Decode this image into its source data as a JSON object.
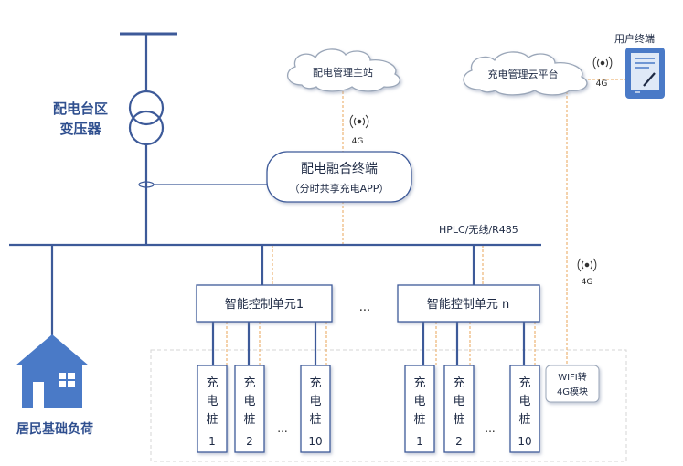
{
  "transformer": {
    "line1": "配电台区",
    "line2": "变压器"
  },
  "house": {
    "label": "居民基础负荷"
  },
  "cloud_main": {
    "label": "配电管理主站"
  },
  "cloud_platform": {
    "label": "充电管理云平台"
  },
  "user_terminal": {
    "label": "用户终端"
  },
  "signal_4g_label": "4G",
  "fusion_terminal": {
    "title": "配电融合终端",
    "subtitle": "（分时共享充电APP）"
  },
  "bus_protocol": "HPLC/无线/R485",
  "controller_1": {
    "label": "智能控制单元1"
  },
  "controller_n": {
    "label": "智能控制单元 n"
  },
  "ellipsis": "...",
  "wifi_module": {
    "line1": "WIFI转",
    "line2": "4G模块"
  },
  "pile_chars": {
    "c1": "充",
    "c2": "电",
    "c3": "桩"
  },
  "piles": [
    "1",
    "2",
    "10",
    "1",
    "2",
    "10"
  ]
}
